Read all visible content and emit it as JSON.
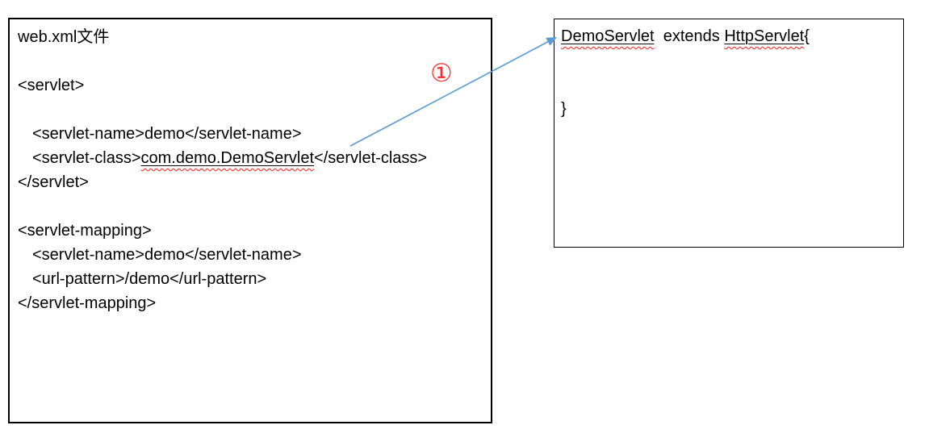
{
  "colors": {
    "arrow_blue": "#5B9BD5",
    "squiggle_red": "#FF1A1A",
    "annotation_red": "#FF2B2B",
    "border_black": "#000000"
  },
  "left_box": {
    "title": "web.xml文件",
    "servlet_block": {
      "open": "<servlet>",
      "servlet_name": "<servlet-name>demo</servlet-name>",
      "servlet_class_prefix": "<servlet-class>",
      "servlet_class_value": "com.demo.DemoServlet",
      "servlet_class_suffix": "</servlet-class>",
      "close": "</servlet>"
    },
    "mapping_block": {
      "open": "<servlet-mapping>",
      "servlet_name": "<servlet-name>demo</servlet-name>",
      "url_pattern": "<url-pattern>/demo</url-pattern>",
      "close": "</servlet-mapping>"
    }
  },
  "right_box": {
    "class_decl": {
      "class_name": "DemoServlet",
      "extends_keyword": "  extends ",
      "superclass": "HttpServlet",
      "brace_open": "{"
    },
    "brace_close": "}"
  },
  "annotation": {
    "label": "①"
  }
}
